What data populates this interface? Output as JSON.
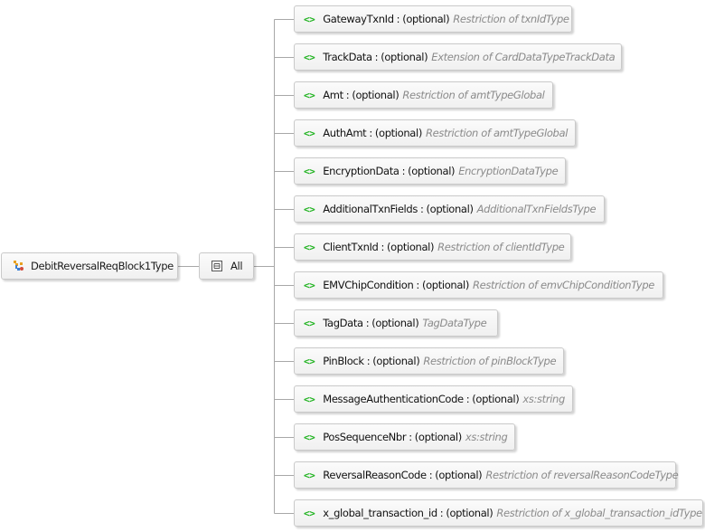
{
  "diagram": {
    "root": {
      "label": "DebitReversalReqBlock1Type",
      "icon": "complex-type-icon"
    },
    "group": {
      "label": "All",
      "icon": "all-compositor-icon"
    },
    "element_icon_glyph": "<>",
    "colors": {
      "element_icon": "#1fb21f",
      "type_text": "#8a8a8a",
      "connector": "#a8a8a8",
      "node_border": "#c9c9c9"
    },
    "elements": [
      {
        "name": "GatewayTxnId",
        "sep": ":",
        "optional": "(optional)",
        "type": "Restriction of txnIdType"
      },
      {
        "name": "TrackData",
        "sep": ":",
        "optional": "(optional)",
        "type": "Extension of CardDataTypeTrackData"
      },
      {
        "name": "Amt",
        "sep": ":",
        "optional": "(optional)",
        "type": "Restriction of amtTypeGlobal"
      },
      {
        "name": "AuthAmt",
        "sep": ":",
        "optional": "(optional)",
        "type": "Restriction of amtTypeGlobal"
      },
      {
        "name": "EncryptionData",
        "sep": ":",
        "optional": "(optional)",
        "type": "EncryptionDataType"
      },
      {
        "name": "AdditionalTxnFields",
        "sep": ":",
        "optional": "(optional)",
        "type": "AdditionalTxnFieldsType"
      },
      {
        "name": "ClientTxnId",
        "sep": ":",
        "optional": "(optional)",
        "type": "Restriction of clientIdType"
      },
      {
        "name": "EMVChipCondition",
        "sep": ":",
        "optional": "(optional)",
        "type": "Restriction of emvChipConditionType"
      },
      {
        "name": "TagData",
        "sep": ":",
        "optional": "(optional)",
        "type": "TagDataType"
      },
      {
        "name": "PinBlock",
        "sep": ":",
        "optional": "(optional)",
        "type": "Restriction of pinBlockType"
      },
      {
        "name": "MessageAuthenticationCode",
        "sep": ":",
        "optional": "(optional)",
        "type": "xs:string"
      },
      {
        "name": "PosSequenceNbr",
        "sep": ":",
        "optional": "(optional)",
        "type": "xs:string"
      },
      {
        "name": "ReversalReasonCode",
        "sep": ":",
        "optional": "(optional)",
        "type": "Restriction of reversalReasonCodeType"
      },
      {
        "name": "x_global_transaction_id",
        "sep": ":",
        "optional": "(optional)",
        "type": "Restriction of x_global_transaction_idType"
      }
    ]
  }
}
